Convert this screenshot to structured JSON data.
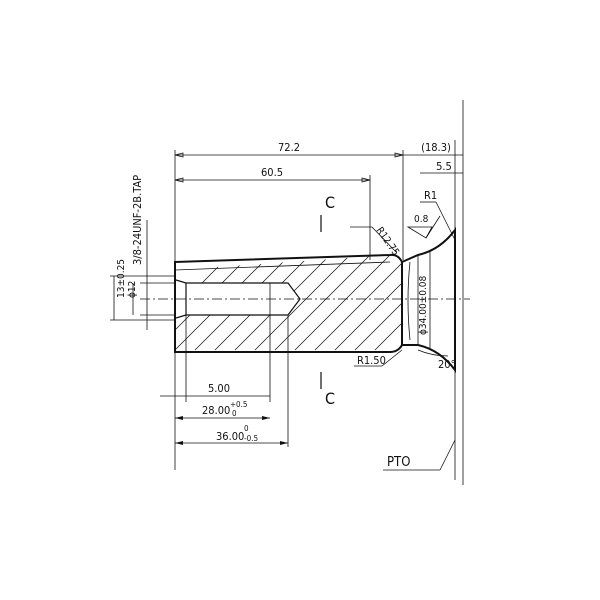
{
  "dimensions": {
    "overall_length": "72.2",
    "shaft_length": "60.5",
    "offset": "(18.3)",
    "face_offset": "5.5",
    "radius_top": "R1",
    "surface_finish": "0.8",
    "fillet": "R12.75",
    "bore_tol": "13±0.25",
    "bore_dia": "ϕ12",
    "diameter": "ϕ34.00±0.08",
    "radius_bottom": "R1.50",
    "angle": "20°",
    "dim_5": "5.00",
    "dim_28": "28.00",
    "dim_28_tol": "+0.5",
    "dim_28_tol_low": "0",
    "dim_36": "36.00",
    "dim_36_tol_up": "0",
    "dim_36_tol_low": "-0.5"
  },
  "labels": {
    "thread": "3/8-24UNF-2B.TAP",
    "pto": "PTO",
    "section_mark": "C"
  }
}
